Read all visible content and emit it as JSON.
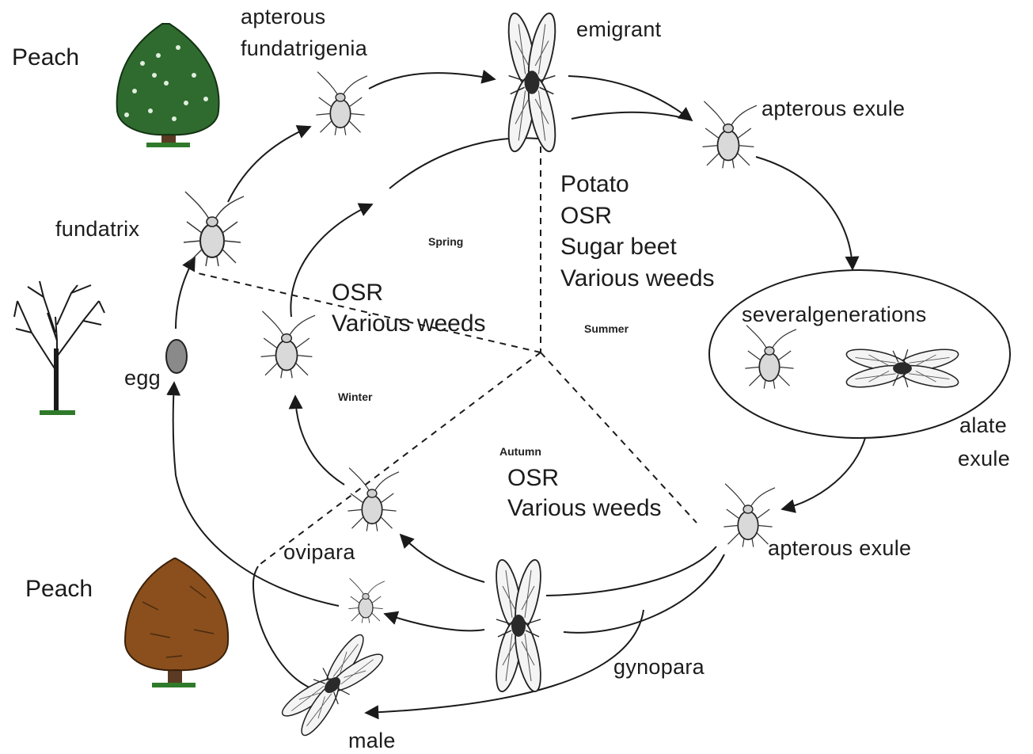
{
  "trees": {
    "peach_top": "Peach",
    "peach_bottom": "Peach"
  },
  "stages": {
    "apterous_fundatrigenia_1": "apterous",
    "apterous_fundatrigenia_2": "fundatrigenia",
    "emigrant": "emigrant",
    "apterous_exule_top": "apterous exule",
    "several_generations": "severalgenerations",
    "alate_exule_1": "alate",
    "alate_exule_2": "exule",
    "apterous_exule_bottom": "apterous exule",
    "gynopara": "gynopara",
    "male": "male",
    "ovipara": "ovipara",
    "egg": "egg",
    "fundatrix": "fundatrix"
  },
  "seasons": {
    "spring": "Spring",
    "summer": "Summer",
    "winter": "Winter",
    "autumn": "Autumn"
  },
  "hosts": {
    "summer": [
      "Potato",
      "OSR",
      "Sugar beet",
      "Various weeds"
    ],
    "winter": [
      "OSR",
      "Various weeds"
    ],
    "autumn": [
      "OSR",
      "Various weeds"
    ]
  },
  "colors": {
    "line": "#1a1a1a",
    "peach_spring_foliage": "#2f6b2e",
    "peach_autumn_foliage": "#8a4f1c",
    "trunk": "#5a3a22",
    "insect_body": "#d8d8d8"
  }
}
